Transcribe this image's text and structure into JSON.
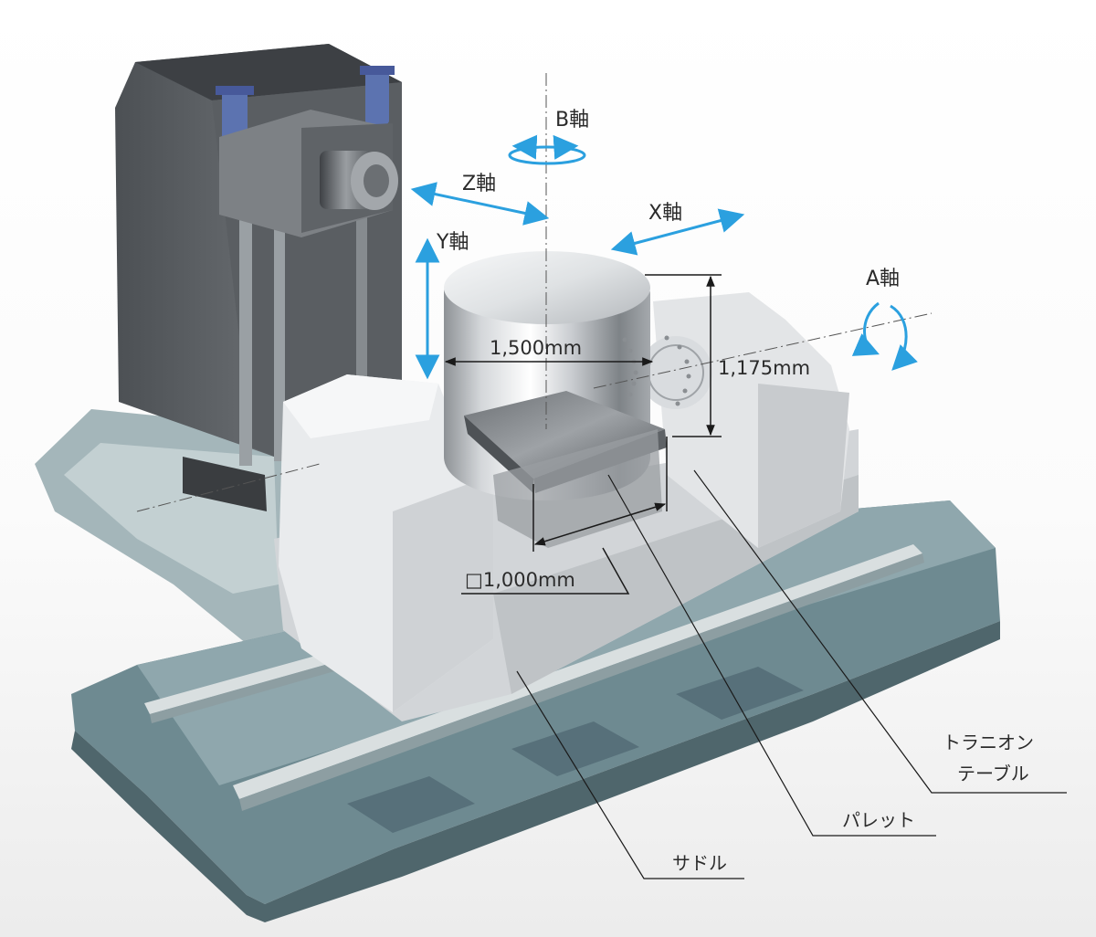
{
  "axes": {
    "b": "B軸",
    "z": "Z軸",
    "x": "X軸",
    "y": "Y軸",
    "a": "A軸"
  },
  "dimensions": {
    "diameter": "1,500mm",
    "height": "1,175mm",
    "pallet": "□1,000mm"
  },
  "parts": {
    "trunnion_line1": "トラニオン",
    "trunnion_line2": "テーブル",
    "pallet": "パレット",
    "saddle": "サドル"
  },
  "colors": {
    "arrow": "#2ba0df",
    "leader": "#1a1a1a",
    "column": "#5c6064",
    "base": "#6e8a91",
    "trunnion": "#e4e6e8",
    "motor": "#5c73b0"
  }
}
